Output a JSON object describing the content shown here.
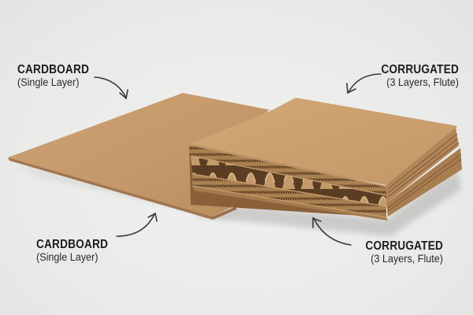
{
  "labels": {
    "top_left": {
      "title": "CARDBOARD",
      "subtitle": "(Single Layer)"
    },
    "top_right": {
      "title": "CORRUGATED",
      "subtitle": "(3 Layers, Flute)"
    },
    "bottom_left": {
      "title": "CARDBOARD",
      "subtitle": "(Single Layer)"
    },
    "bottom_right": {
      "title": "CORRUGATED",
      "subtitle": "(3 Layers, Flute)"
    }
  },
  "objects": [
    {
      "name": "single-layer-cardboard-sheet",
      "color": "#c69a68"
    },
    {
      "name": "corrugated-board-stack",
      "color": "#c9a070",
      "layers": 3
    }
  ],
  "colors": {
    "background": "#ececec",
    "text": "#1c1c1c",
    "arrow": "#3a3a3a",
    "cardboard_top": "#c69a68",
    "cardboard_edge": "#9c7448",
    "flute_dark": "#6e4e2c"
  }
}
